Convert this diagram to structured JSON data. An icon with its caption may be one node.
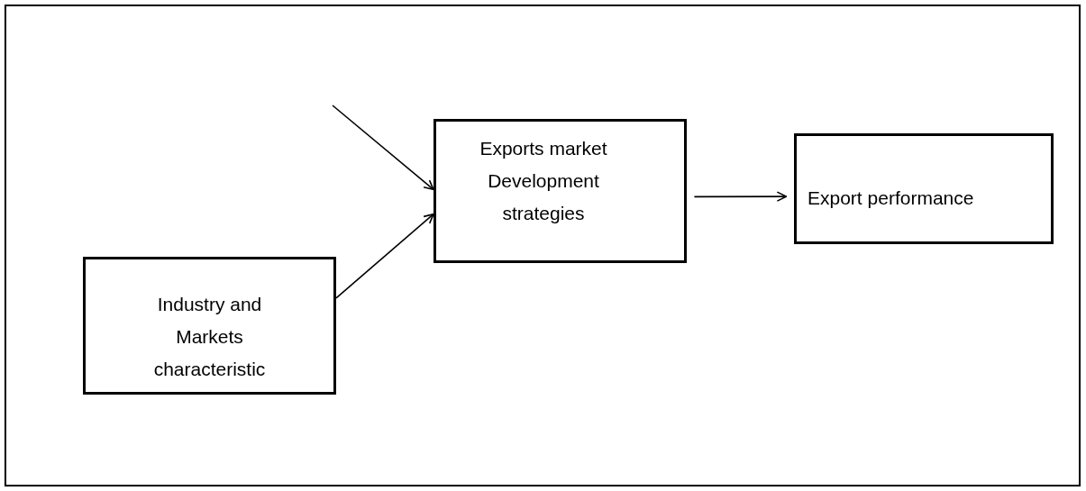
{
  "diagram": {
    "nodes": [
      {
        "text": [
          "Exports market Development strategies"
        ]
      },
      {
        "text": [
          "Export performance"
        ]
      },
      {
        "text": [
          "Industry and Markets characteristic"
        ]
      }
    ],
    "edges": [
      {
        "from": null,
        "to": 0,
        "arrow": "to"
      },
      {
        "from": 2,
        "to": 0,
        "arrow": "to"
      },
      {
        "from": 0,
        "to": 1,
        "arrow": "to"
      }
    ]
  }
}
